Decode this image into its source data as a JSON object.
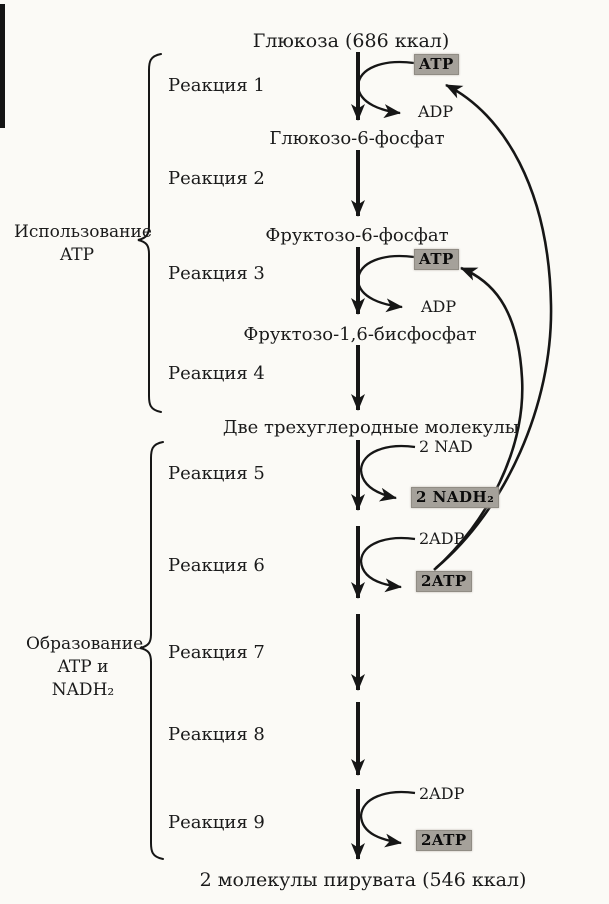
{
  "colors": {
    "ink": "#1a1a1a",
    "paper": "#fbfaf6",
    "box_bg": "#a5a19a"
  },
  "nodes": {
    "glucose": "Глюкоза (686 ккал)",
    "glucose6p": "Глюкозо-6-фосфат",
    "fructose6p": "Фруктозо-6-фосфат",
    "fructose16bp": "Фруктозо-1,6-бисфосфат",
    "triose": "Две трехуглеродные молекулы",
    "pyruvate": "2 молекулы пирувата (546 ккал)"
  },
  "reactions": [
    "Реакция 1",
    "Реакция 2",
    "Реакция 3",
    "Реакция 4",
    "Реакция 5",
    "Реакция 6",
    "Реакция 7",
    "Реакция 8",
    "Реакция 9"
  ],
  "groups": {
    "use_atp": {
      "line1": "Использование",
      "line2": "ATP"
    },
    "form_atp": {
      "line1": "Образование",
      "line2": "ATP и NADH₂"
    }
  },
  "cofactors": {
    "r1_in": "ATP",
    "r1_out": "ADP",
    "r3_in": "ATP",
    "r3_out": "ADP",
    "r5_in": "2 NAD",
    "r5_out": "2 NADH₂",
    "r6_in": "2ADP",
    "r6_out": "2ATP",
    "r9_in": "2ADP",
    "r9_out": "2ATP"
  }
}
